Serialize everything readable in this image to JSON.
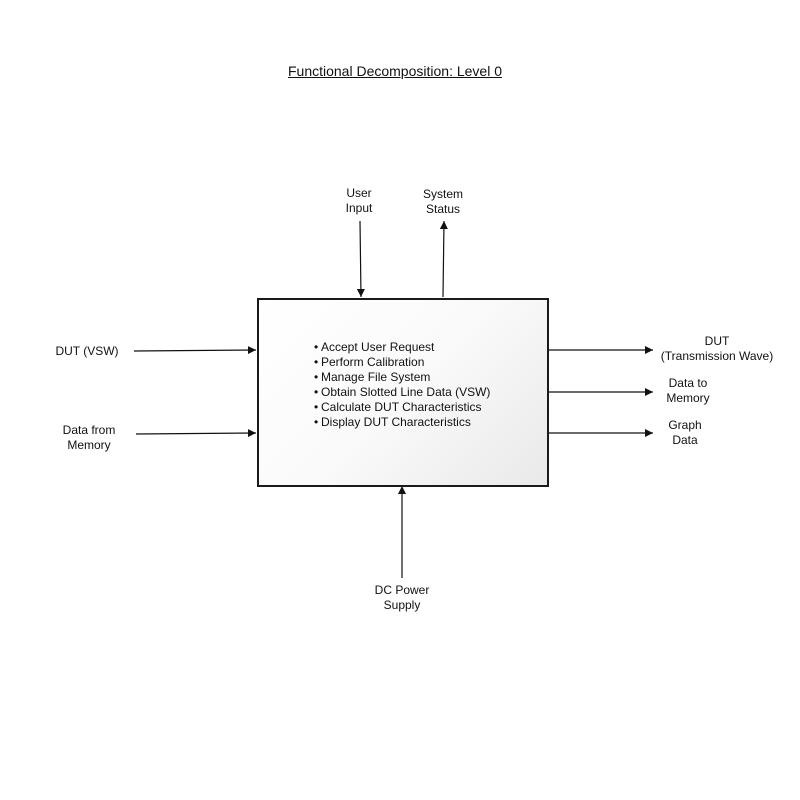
{
  "title": "Functional Decomposition: Level 0",
  "process": {
    "functions": [
      "Accept User Request",
      "Perform Calibration",
      "Manage File System",
      "Obtain Slotted Line Data (VSW)",
      "Calculate DUT Characteristics",
      "Display DUT Characteristics"
    ]
  },
  "inputs": {
    "user_input": "User\nInput",
    "dut_vsw": "DUT (VSW)",
    "data_from_memory": "Data from\nMemory",
    "dc_power": "DC Power\nSupply"
  },
  "outputs": {
    "system_status": "System\nStatus",
    "dut_transmission": "DUT\n(Transmission Wave)",
    "data_to_memory": "Data to\nMemory",
    "graph_data": "Graph\nData"
  }
}
